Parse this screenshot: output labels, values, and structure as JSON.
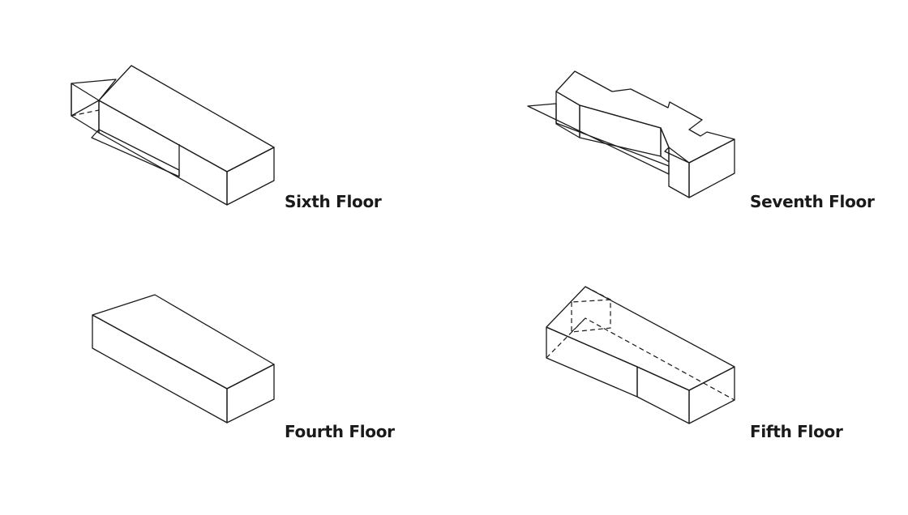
{
  "colors": {
    "top": "#ffffff",
    "front": "#d6d6d6",
    "front_dark": "#bdbdbd",
    "side": "#888888",
    "stroke": "#1a1a1a"
  },
  "diagrams": [
    {
      "id": "sixth",
      "label": "Sixth Floor"
    },
    {
      "id": "seventh",
      "label": "Seventh Floor"
    },
    {
      "id": "fourth",
      "label": "Fourth Floor"
    },
    {
      "id": "fifth",
      "label": "Fifth Floor"
    }
  ]
}
